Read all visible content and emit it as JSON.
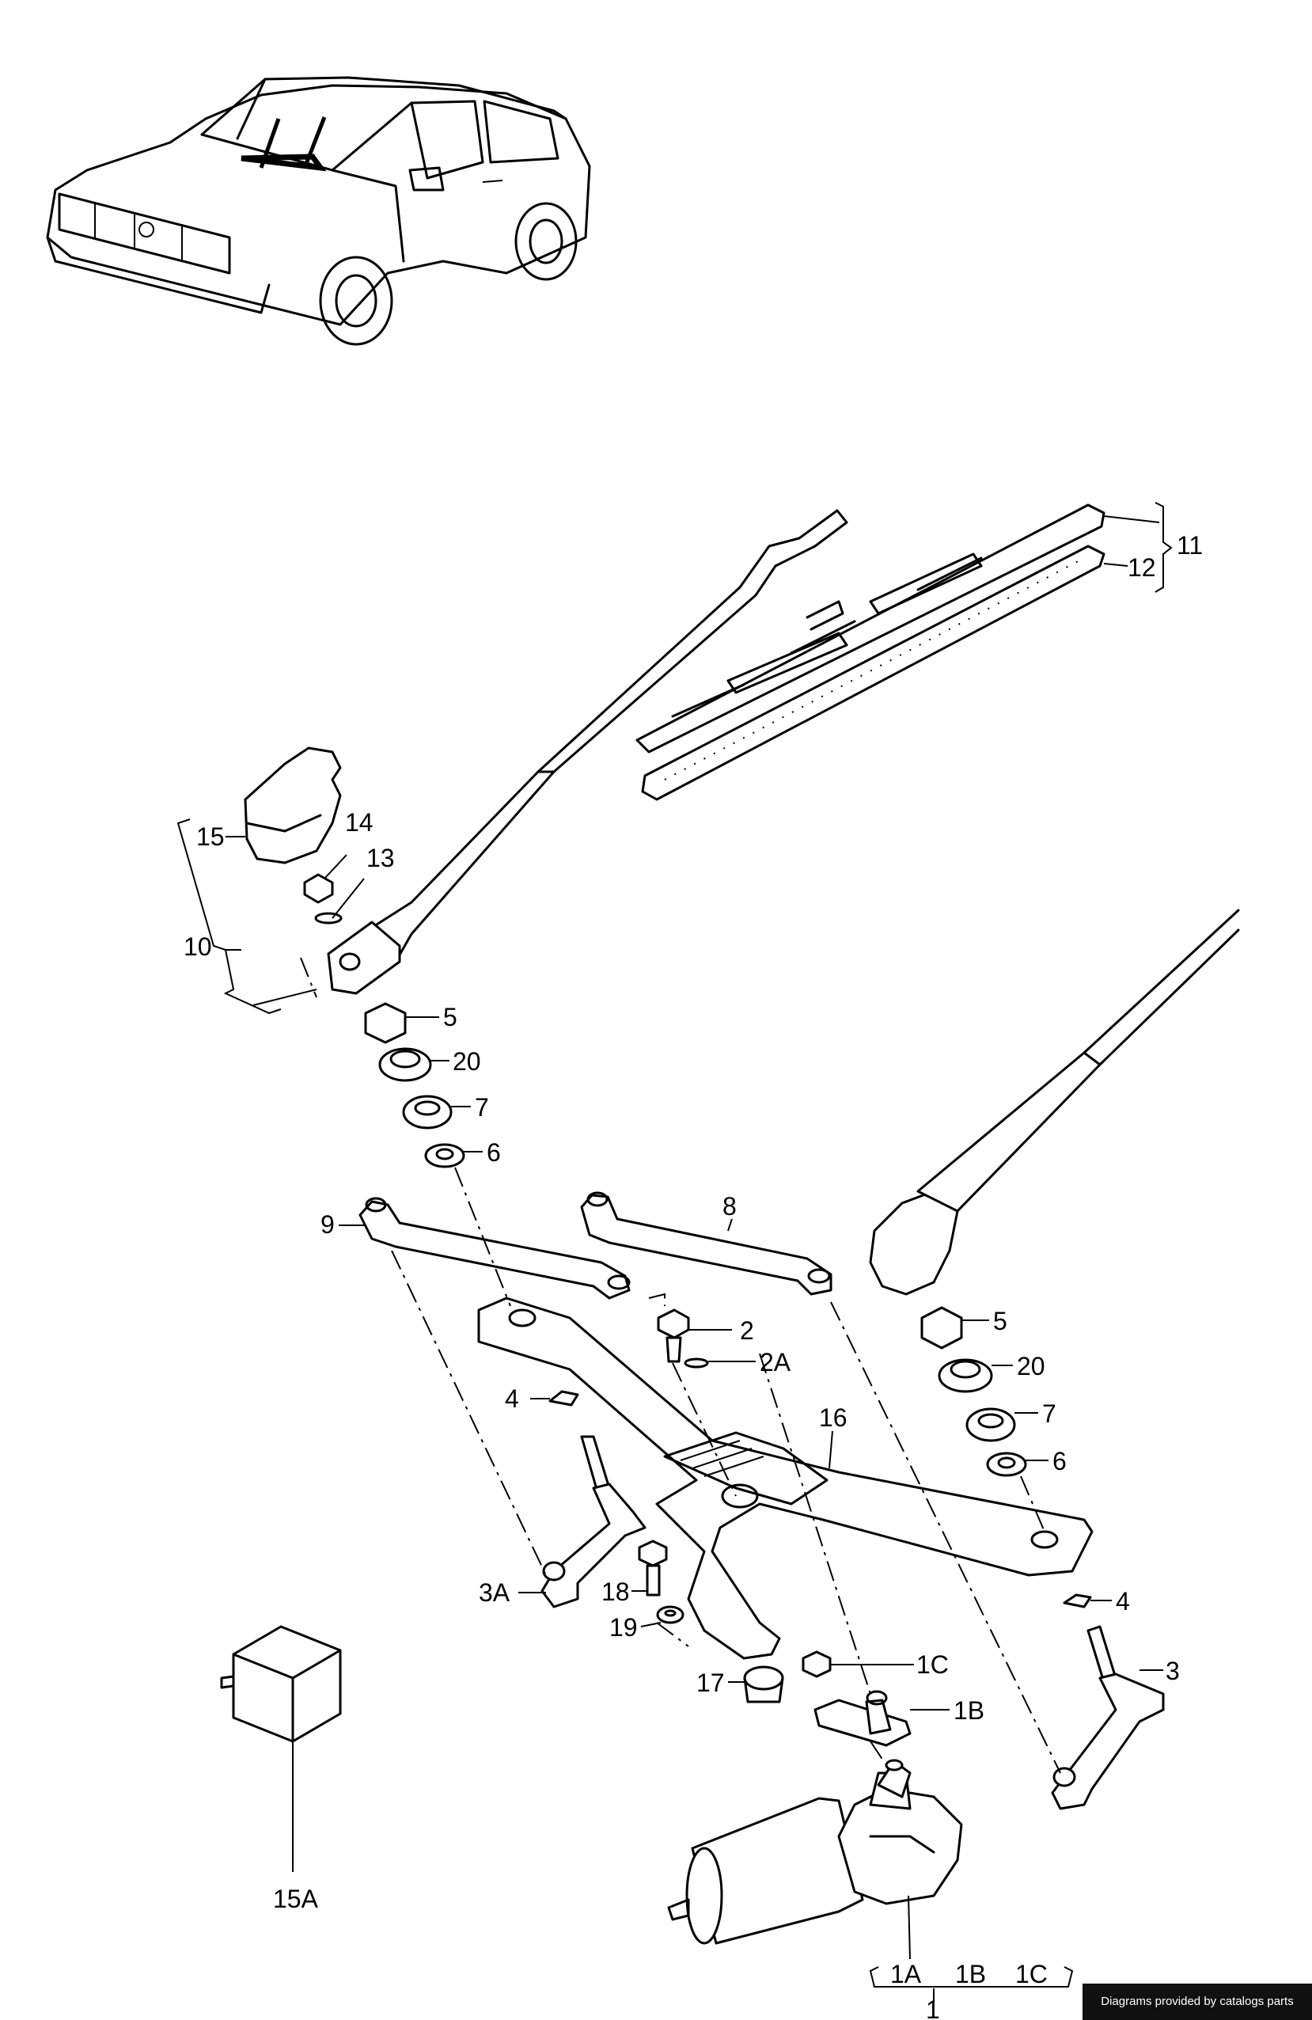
{
  "labels": {
    "p1": "1",
    "p1A": "1A",
    "p1B": "1B",
    "p1C": "1C",
    "p1A_group": "1A",
    "p1B_group": "1B",
    "p1C_group": "1C",
    "p2": "2",
    "p2A": "2A",
    "p3": "3",
    "p3A": "3A",
    "p4_left": "4",
    "p4_right": "4",
    "p5_left": "5",
    "p5_right": "5",
    "p6_left": "6",
    "p6_right": "6",
    "p7_left": "7",
    "p7_right": "7",
    "p8": "8",
    "p9": "9",
    "p10": "10",
    "p11": "11",
    "p12": "12",
    "p13": "13",
    "p14": "14",
    "p15": "15",
    "p15A": "15A",
    "p16": "16",
    "p17": "17",
    "p18": "18",
    "p19": "19",
    "p20_left": "20",
    "p20_right": "20"
  },
  "footer": {
    "text": "Diagrams provided by catalogs parts"
  }
}
